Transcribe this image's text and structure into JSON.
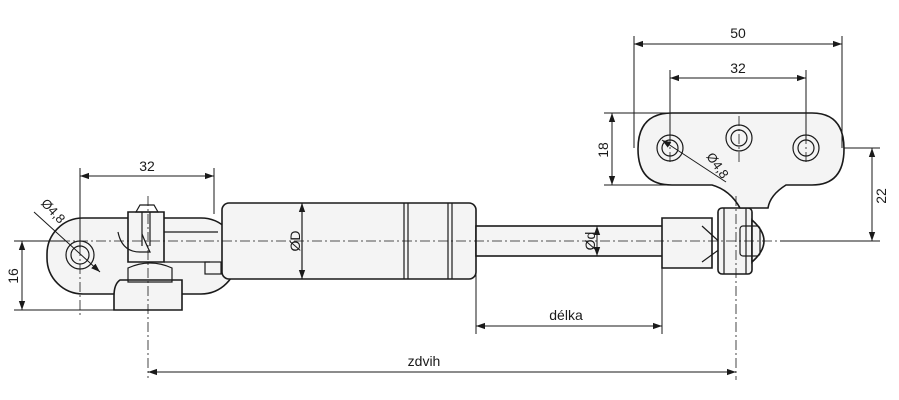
{
  "labels": {
    "dim_top_outer": "50",
    "dim_top_inner": "32",
    "dim_bracket_height": "18",
    "dim_bracket_offset": "22",
    "dim_left_top": "32",
    "dim_left_height": "16",
    "hole_left": "Ø4,8",
    "hole_right": "Ø4,8",
    "cylinder_diameter": "ØD",
    "rod_diameter": "Ød",
    "length": "délka",
    "stroke": "zdvih"
  }
}
